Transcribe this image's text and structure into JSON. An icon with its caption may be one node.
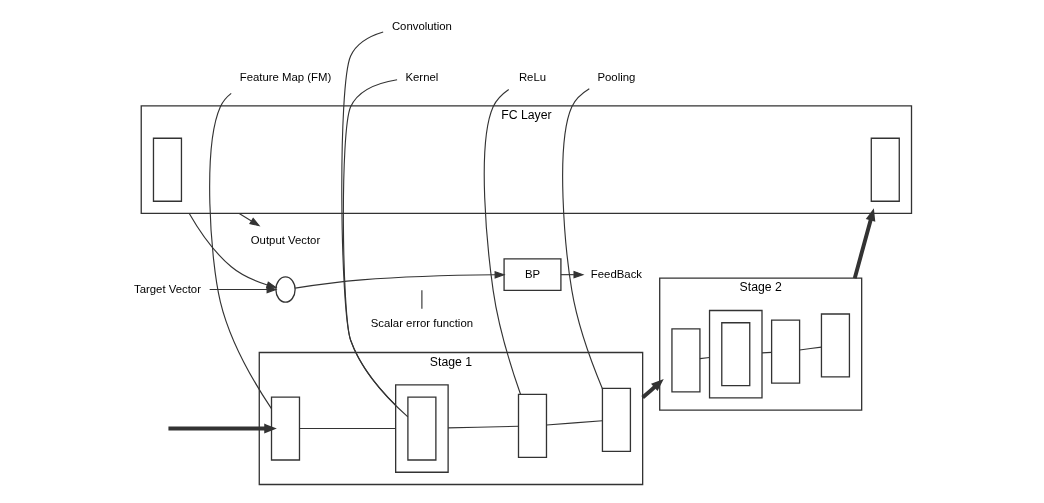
{
  "diagram": {
    "nodes": [
      {
        "text": [
          "Stage 1"
        ]
      },
      {
        "text": [],
        "shape": "box",
        "in": 0
      },
      {
        "text": [],
        "shape": "box",
        "in": 0
      },
      {
        "text": [],
        "shape": "box",
        "in": 2
      },
      {
        "text": [],
        "shape": "box",
        "in": 0
      },
      {
        "text": [],
        "shape": "box",
        "in": 0
      },
      {
        "text": [
          "Stage 2"
        ]
      },
      {
        "text": [],
        "shape": "box",
        "in": 6
      },
      {
        "text": [],
        "shape": "box",
        "in": 6
      },
      {
        "text": [],
        "shape": "box",
        "in": 8
      },
      {
        "text": [],
        "shape": "box",
        "in": 6
      },
      {
        "text": [],
        "shape": "box",
        "in": 6
      },
      {
        "text": [
          "FC Layer"
        ]
      },
      {
        "text": [],
        "shape": "box",
        "in": 12
      },
      {
        "text": [],
        "shape": "box",
        "in": 12
      },
      {
        "text": [],
        "shape": "circle"
      },
      {
        "text": [
          "BP"
        ]
      },
      {
        "text": [
          "Kernel"
        ]
      },
      {
        "text": [
          "Feature Map (FM)"
        ]
      },
      {
        "text": [
          "Convolution"
        ]
      },
      {
        "text": [
          "ReLu"
        ]
      },
      {
        "text": [
          "Pooling"
        ]
      },
      {
        "text": [
          "Target Vector"
        ]
      },
      {
        "text": [
          "Output Vector"
        ]
      },
      {
        "text": [
          "FeedBack"
        ]
      },
      {
        "text": [
          "Scalar error function"
        ]
      }
    ],
    "edges": [
      {
        "from": null,
        "to": 1,
        "arrow": "to",
        "style": "thick"
      },
      {
        "from": 1,
        "to": 2,
        "arrow": "none"
      },
      {
        "from": 2,
        "to": 4,
        "arrow": "none"
      },
      {
        "from": 4,
        "to": 5,
        "arrow": "none"
      },
      {
        "from": 0,
        "to": 6,
        "arrow": "to",
        "style": "thick"
      },
      {
        "from": 7,
        "to": 8,
        "arrow": "none"
      },
      {
        "from": 8,
        "to": 10,
        "arrow": "none"
      },
      {
        "from": 10,
        "to": 11,
        "arrow": "none"
      },
      {
        "from": 6,
        "to": 12,
        "arrow": "to",
        "style": "thick"
      },
      {
        "from": 12,
        "to": 15,
        "arrow": "to"
      },
      {
        "from": 22,
        "to": 15,
        "arrow": "to"
      },
      {
        "from": 12,
        "to": 23,
        "arrow": "to"
      },
      {
        "from": 15,
        "to": 16,
        "arrow": "to"
      },
      {
        "from": 16,
        "to": 24,
        "arrow": "to"
      },
      {
        "from": 17,
        "to": 3,
        "arrow": "none"
      },
      {
        "from": 18,
        "to": 1,
        "arrow": "none"
      },
      {
        "from": 19,
        "to": 2,
        "arrow": "none"
      },
      {
        "from": 20,
        "to": 4,
        "arrow": "none"
      },
      {
        "from": 21,
        "to": 5,
        "arrow": "none"
      },
      {
        "from": 25,
        "to": null,
        "arrow": "none"
      }
    ]
  }
}
